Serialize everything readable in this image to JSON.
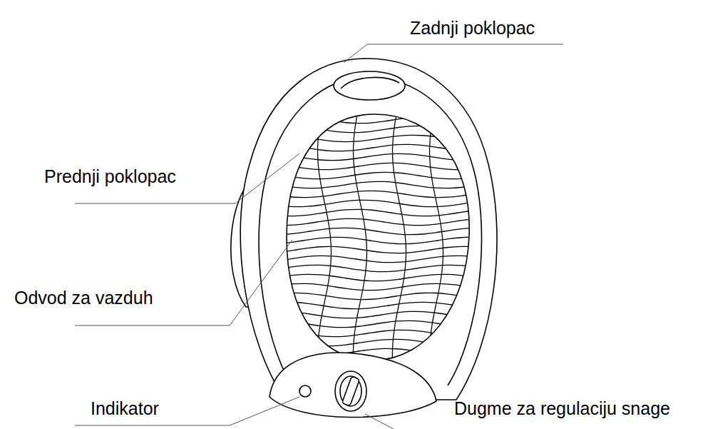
{
  "diagram": {
    "labels": [
      "Zadnji poklopac",
      "Prednji poklopac",
      "Odvod za vazduh",
      "Indikator",
      "Dugme za regulaciju snage"
    ]
  }
}
